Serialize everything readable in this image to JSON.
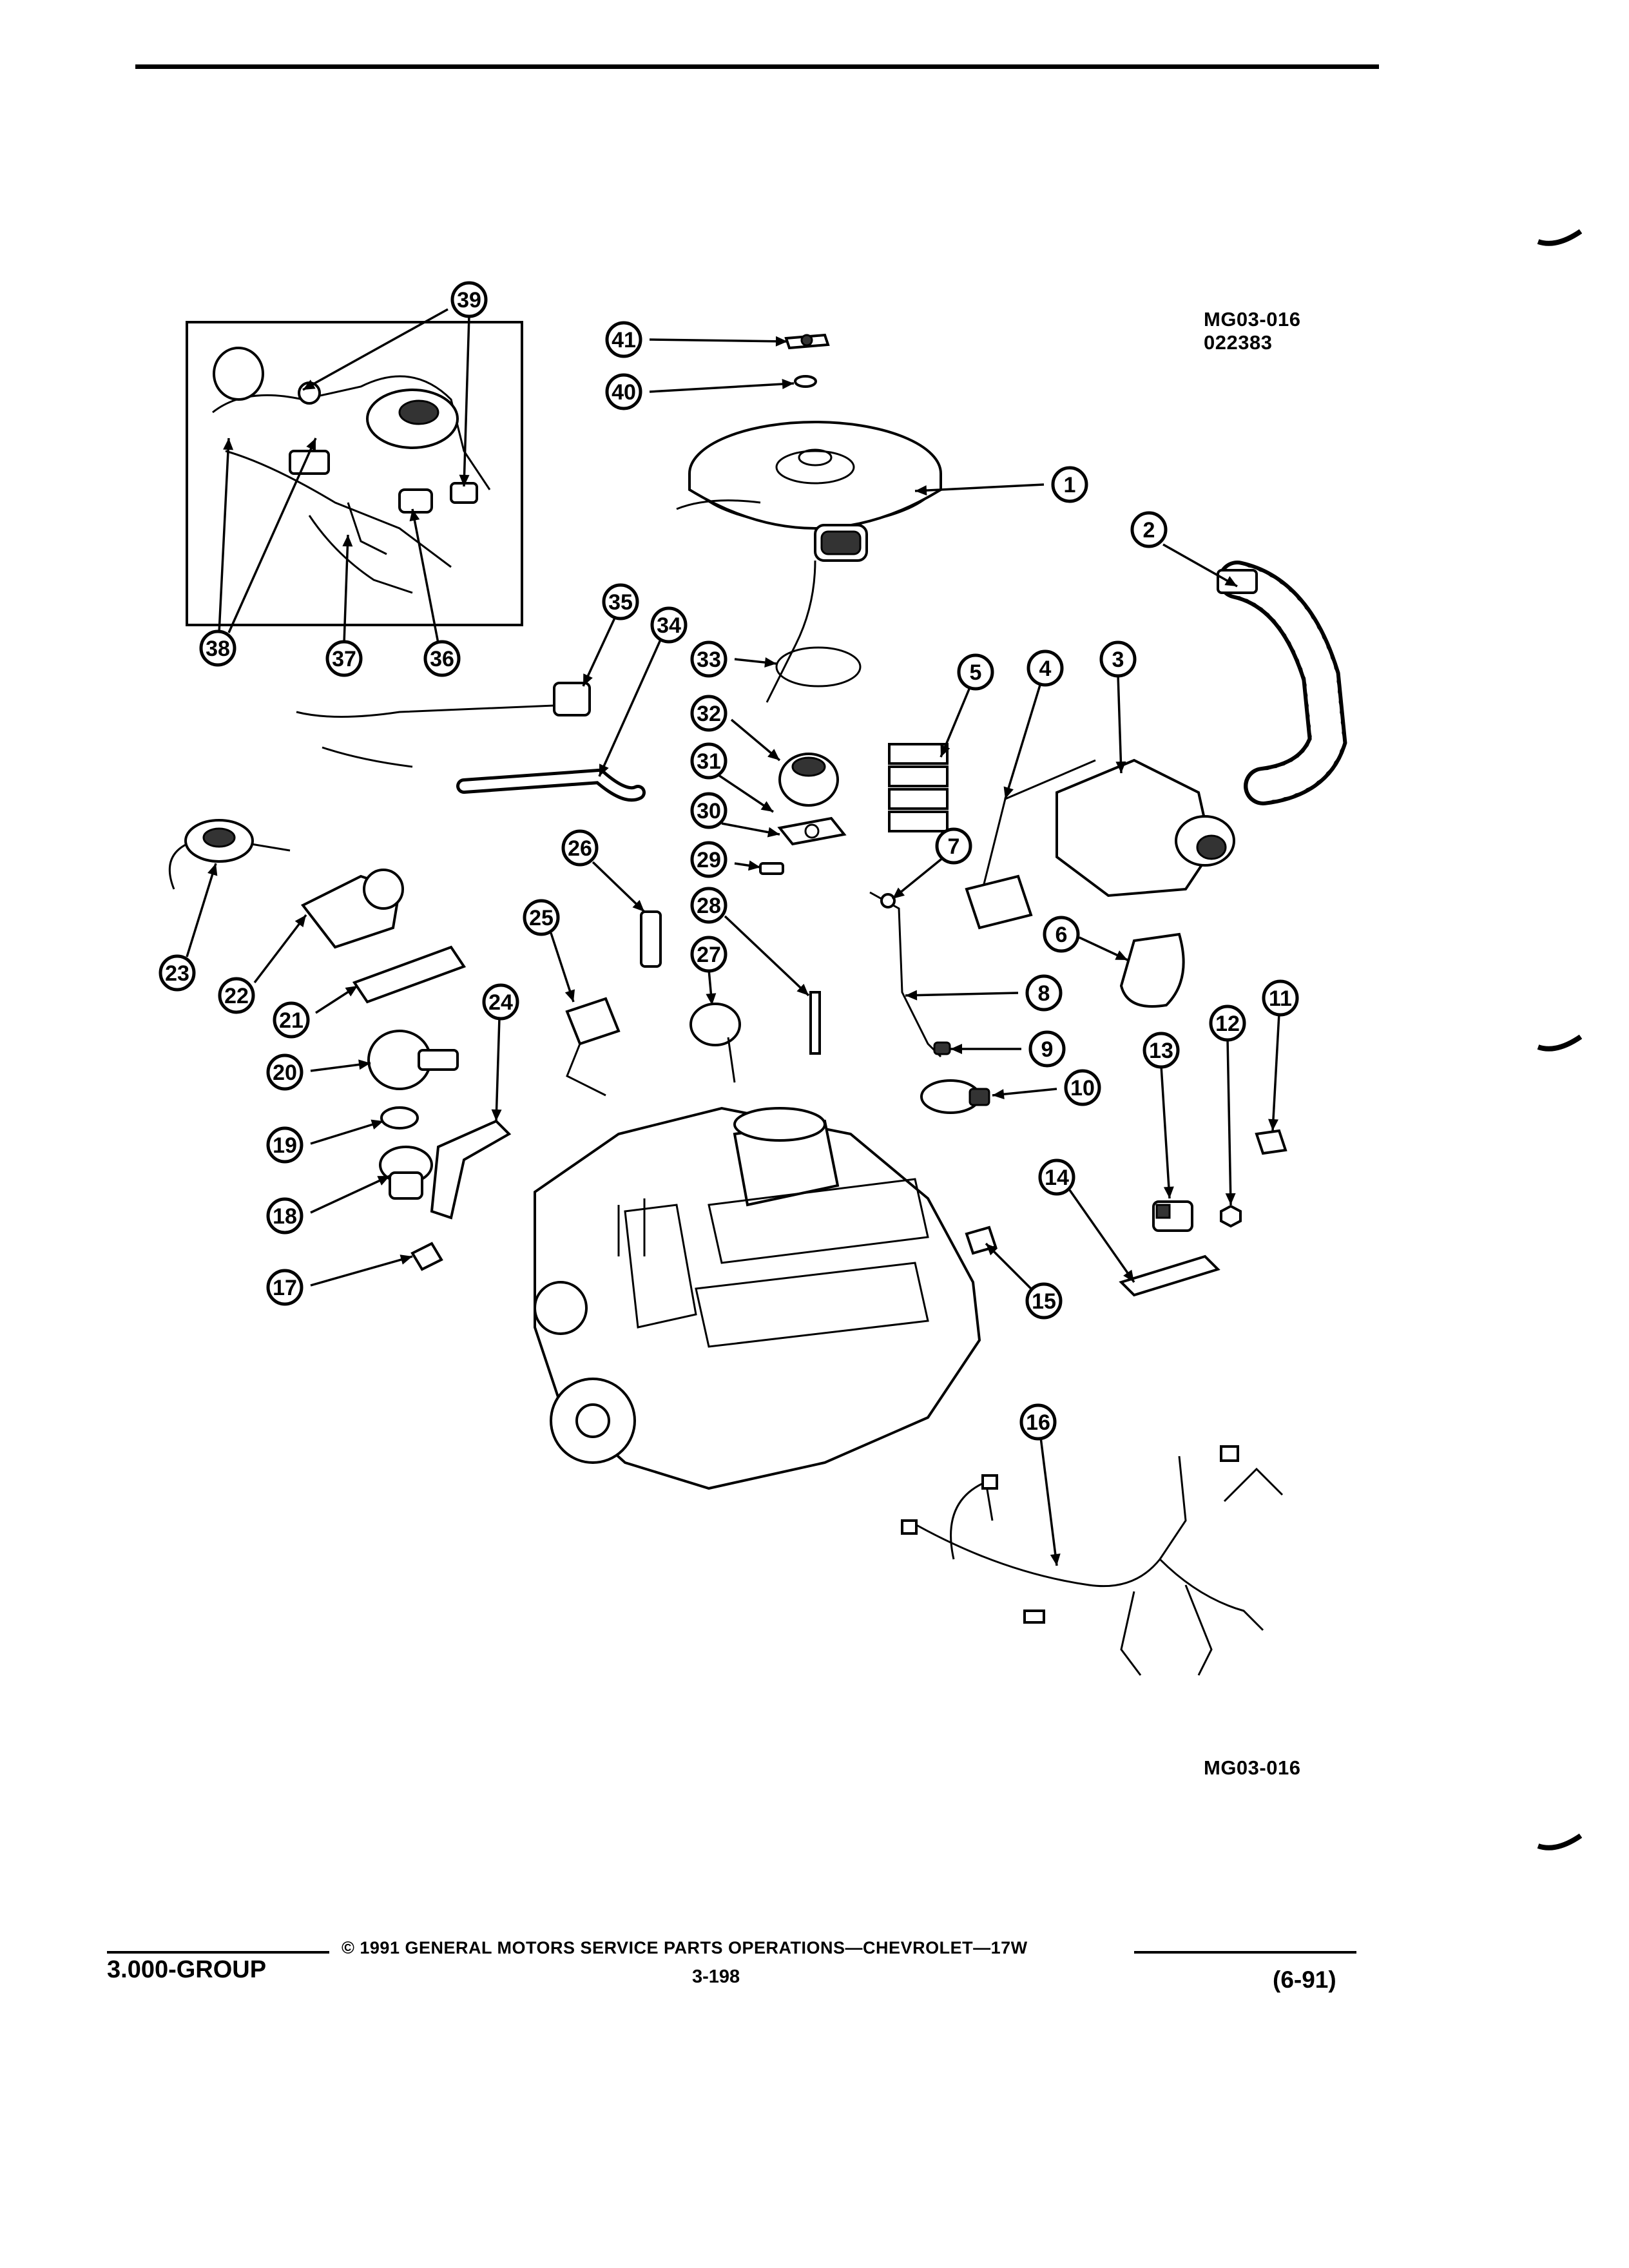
{
  "reference": {
    "code_top": "MG03-016",
    "date_code": "022383",
    "code_bottom": "MG03-016"
  },
  "callouts": [
    {
      "n": "1"
    },
    {
      "n": "2"
    },
    {
      "n": "3"
    },
    {
      "n": "4"
    },
    {
      "n": "5"
    },
    {
      "n": "6"
    },
    {
      "n": "7"
    },
    {
      "n": "8"
    },
    {
      "n": "9"
    },
    {
      "n": "10"
    },
    {
      "n": "11"
    },
    {
      "n": "12"
    },
    {
      "n": "13"
    },
    {
      "n": "14"
    },
    {
      "n": "15"
    },
    {
      "n": "16"
    },
    {
      "n": "17"
    },
    {
      "n": "18"
    },
    {
      "n": "19"
    },
    {
      "n": "20"
    },
    {
      "n": "21"
    },
    {
      "n": "22"
    },
    {
      "n": "23"
    },
    {
      "n": "24"
    },
    {
      "n": "25"
    },
    {
      "n": "26"
    },
    {
      "n": "27"
    },
    {
      "n": "28"
    },
    {
      "n": "29"
    },
    {
      "n": "30"
    },
    {
      "n": "31"
    },
    {
      "n": "32"
    },
    {
      "n": "33"
    },
    {
      "n": "34"
    },
    {
      "n": "35"
    },
    {
      "n": "36"
    },
    {
      "n": "37"
    },
    {
      "n": "38"
    },
    {
      "n": "39"
    },
    {
      "n": "40"
    },
    {
      "n": "41"
    }
  ],
  "footer": {
    "group": "3.000-GROUP",
    "copyright": "© 1991 GENERAL MOTORS SERVICE PARTS OPERATIONS—CHEVROLET—17W",
    "page": "3-198",
    "date": "(6-91)"
  }
}
